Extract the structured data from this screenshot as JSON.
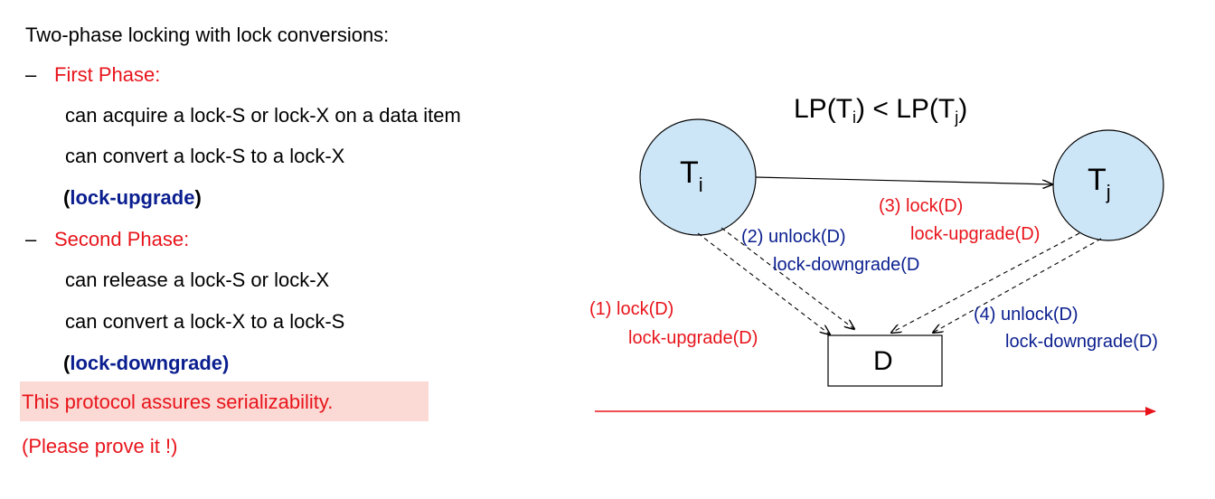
{
  "text": {
    "heading": "Two-phase locking with lock conversions:",
    "dash": "–",
    "first_phase": "First Phase:",
    "fp_line1": "can acquire a lock-S or lock-X on a data item",
    "fp_line2": "can convert a lock-S to a lock-X",
    "fp_paren_open": "(",
    "fp_upgrade": "lock-upgrade",
    "fp_paren_close": ")",
    "second_phase": "Second Phase:",
    "sp_line1": "can release a lock-S or lock-X",
    "sp_line2": "can convert a lock-X to a lock-S",
    "sp_paren_open": "(",
    "sp_downgrade": "lock-downgrade)",
    "conclusion": "This protocol assures serializability.",
    "prove": "(Please prove it !)"
  },
  "diagram": {
    "title_lp1": "LP(T",
    "title_sub1": "i",
    "title_mid": ") < LP(T",
    "title_sub2": "j",
    "title_end": ")",
    "node_ti": "T",
    "node_ti_sub": "i",
    "node_tj": "T",
    "node_tj_sub": "j",
    "node_d": "D",
    "step1_a": "(1)  lock(D)",
    "step1_b": "lock-upgrade(D)",
    "step2_a": "(2) unlock(D)",
    "step2_b": "lock-downgrade(D",
    "step3_a": "(3) lock(D)",
    "step3_b": "lock-upgrade(D)",
    "step4_a": "(4) unlock(D)",
    "step4_b": "lock-downgrade(D)"
  },
  "colors": {
    "red": "#e8141b",
    "blue": "#0a1e8f",
    "node_fill": "#cde6f7",
    "highlight": "#fbd9d4"
  }
}
